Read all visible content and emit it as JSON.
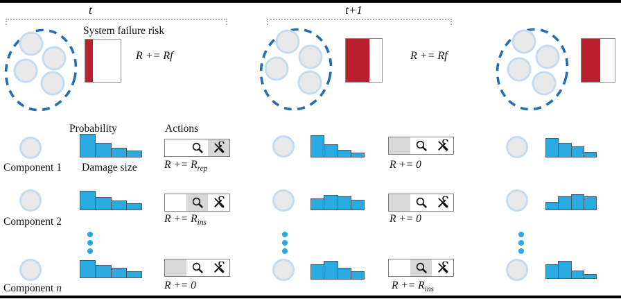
{
  "timeline": {
    "t_label": "t",
    "t1_label": "t+1"
  },
  "labels": {
    "system_risk_title": "System failure risk",
    "probability_header": "Probability",
    "actions_header": "Actions",
    "damage_size_label": "Damage size"
  },
  "icons": {
    "inspect": "magnifier-icon",
    "repair": "tools-icon"
  },
  "colors": {
    "bar_blue": "#29abe2",
    "risk_red": "#bc1f2c",
    "ellipse_blue": "#1f6eb5",
    "selected_gray": "#d8d8d8"
  },
  "groups": [
    {
      "id": "t",
      "risk_fill_pct": 21,
      "system_reward": "R += Rf",
      "components": [
        {
          "name": "Component 1",
          "name_italic": "",
          "hist": [
            32,
            19,
            12,
            8
          ],
          "selected": "repair",
          "reward_text": "R += R",
          "reward_sub": "rep"
        },
        {
          "name": "Component 2",
          "name_italic": "",
          "hist": [
            26,
            17,
            12,
            8
          ],
          "selected": "inspect",
          "reward_text": "R += R",
          "reward_sub": "ins"
        },
        {
          "name": "Component ",
          "name_italic": "n",
          "hist": [
            24,
            17,
            13,
            8
          ],
          "selected": "none",
          "reward_text": "R += 0",
          "reward_sub": ""
        }
      ]
    },
    {
      "id": "t+1",
      "risk_fill_pct": 65,
      "system_reward": "R += Rf",
      "components": [
        {
          "hist": [
            30,
            17,
            9,
            5
          ],
          "selected": "none",
          "reward_text": "R += 0",
          "reward_sub": ""
        },
        {
          "hist": [
            15,
            20,
            18,
            13
          ],
          "selected": "none",
          "reward_text": "R += 0",
          "reward_sub": ""
        },
        {
          "hist": [
            20,
            25,
            15,
            10
          ],
          "selected": "inspect",
          "reward_text": "R += R",
          "reward_sub": "ins"
        }
      ]
    },
    {
      "id": "t+2",
      "risk_fill_pct": 57,
      "system_reward": "",
      "components": [
        {
          "hist": [
            26,
            19,
            14,
            6
          ]
        },
        {
          "hist": [
            10,
            18,
            21,
            18
          ]
        },
        {
          "hist": [
            19,
            24,
            10,
            5
          ]
        }
      ]
    }
  ]
}
